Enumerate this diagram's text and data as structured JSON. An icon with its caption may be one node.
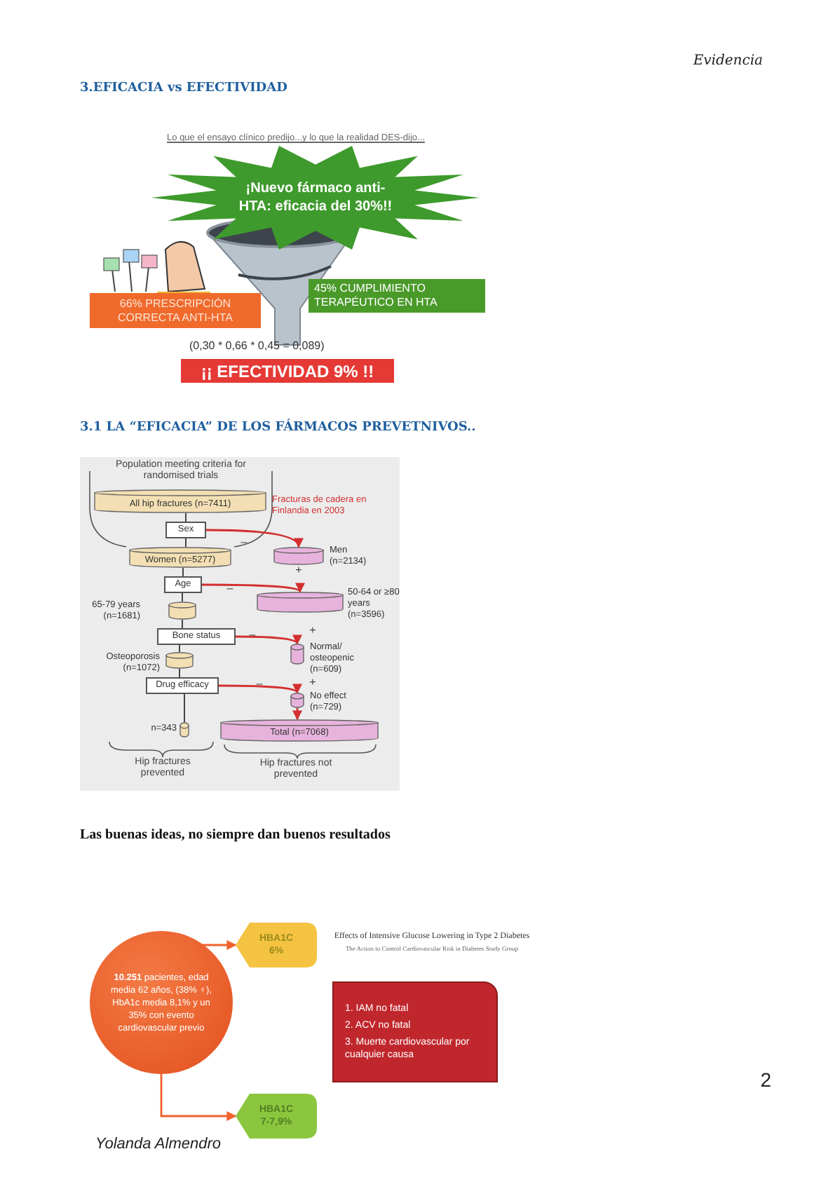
{
  "diagram": {
    "nodes": [
      {
        "text": [
          "¡Nuevo fármaco anti-HTA: eficacia del 30%!!"
        ]
      },
      {
        "text": [
          "66% PRESCRIPCIÓN CORRECTA ANTI-HTA"
        ]
      },
      {
        "text": [
          "45% CUMPLIMIENTO TERAPÉUTICO EN HTA"
        ]
      },
      {
        "text": [
          "¡¡ EFECTIVIDAD 9% !!"
        ]
      },
      {
        "text": [
          "All hip fractures (n=7411)"
        ]
      },
      {
        "text": [
          "Sex"
        ]
      },
      {
        "text": [],
        "shape": "cylinder",
        "beside": [
          "Men (n=2134)"
        ]
      },
      {
        "text": [
          "Women (n=5277)"
        ]
      },
      {
        "text": [
          "Age"
        ]
      },
      {
        "text": [],
        "shape": "cylinder",
        "beside": [
          "65-79 years (n=1681)"
        ]
      },
      {
        "text": [],
        "shape": "cylinder",
        "beside": [
          "50-64 or ≥80 years (n=3596)"
        ]
      },
      {
        "text": [
          "Bone status"
        ]
      },
      {
        "text": [],
        "shape": "cylinder"
      },
      {
        "text": [],
        "shape": "cylinder",
        "beside": [
          "Normal/ osteopenic (n=609)"
        ]
      },
      {
        "text": [
          "Drug efficacy"
        ]
      },
      {
        "text": [],
        "shape": "cylinder",
        "beside": [
          "n=343"
        ]
      },
      {
        "text": [],
        "shape": "cylinder",
        "beside": [
          "No effect (n=729)"
        ]
      },
      {
        "text": [
          "Total (n=7068)"
        ]
      },
      {
        "text": [
          "**10.251** pacientes, edad media 62 años, (38% ♀), HbA1c media 8,1% y un 35% con evento cardiovascular previo"
        ]
      },
      {
        "text": [
          "HBA1C 6%"
        ]
      },
      {
        "text": [
          "HBA1C 7-7,9%"
        ]
      },
      {
        "text": [
          "1. IAM no fatal",
          "2. ACV no fatal",
          "3. Muerte cardiovascular por cualquier causa"
        ]
      }
    ],
    "edges": [
      {
        "from": 4,
        "to": 5,
        "arrow": "none"
      },
      {
        "from": 5,
        "to": 7,
        "arrow": "none"
      },
      {
        "from": 5,
        "to": 6,
        "arrow": "to",
        "color": "#d32f2f"
      },
      {
        "from": 7,
        "to": 8,
        "arrow": "none"
      },
      {
        "from": 8,
        "to": 9,
        "arrow": "none"
      },
      {
        "from": 8,
        "to": 10,
        "arrow": "to",
        "color": "#d32f2f"
      },
      {
        "from": 9,
        "to": 11,
        "arrow": "none"
      },
      {
        "from": 11,
        "to": 12,
        "arrow": "none"
      },
      {
        "from": 11,
        "to": 13,
        "arrow": "to",
        "color": "#d32f2f"
      },
      {
        "from": 12,
        "to": 14,
        "arrow": "none"
      },
      {
        "from": 14,
        "to": 15,
        "arrow": "none"
      },
      {
        "from": 14,
        "to": 16,
        "arrow": "to",
        "color": "#d32f2f"
      },
      {
        "from": 16,
        "to": 17,
        "arrow": "to",
        "color": "#d32f2f"
      },
      {
        "from": 18,
        "to": 19,
        "arrow": "to",
        "color": "#f0622c"
      },
      {
        "from": 18,
        "to": 20,
        "arrow": "to",
        "color": "#f0622c"
      }
    ],
    "labels": [
      "Evidencia",
      "3.EFICACIA vs EFECTIVIDAD",
      "Lo que el ensayo clínico predijo...y lo que la realidad DES-dijo...",
      "(0,30 * 0,66 * 0,45 = 0,089)",
      "3.1 LA “EFICACIA” DE LOS FÁRMACOS PREVETNIVOS..",
      "Population meeting criteria for randomised trials",
      "Fracturas de cadera en Finlandia en 2003",
      "–",
      "+",
      "–",
      "+",
      "–",
      "Osteoporosis (n=1072)",
      "–",
      "+",
      "Hip fractures prevented",
      "Hip fractures not prevented",
      "Las buenas ideas, no siempre dan buenos resultados",
      "Effects of Intensive Glucose Lowering in Type 2 Diabetes",
      "The Action to Control Cardiovascular Risk in Diabetes Study Group",
      "2",
      "Yolanda Almendro"
    ]
  }
}
